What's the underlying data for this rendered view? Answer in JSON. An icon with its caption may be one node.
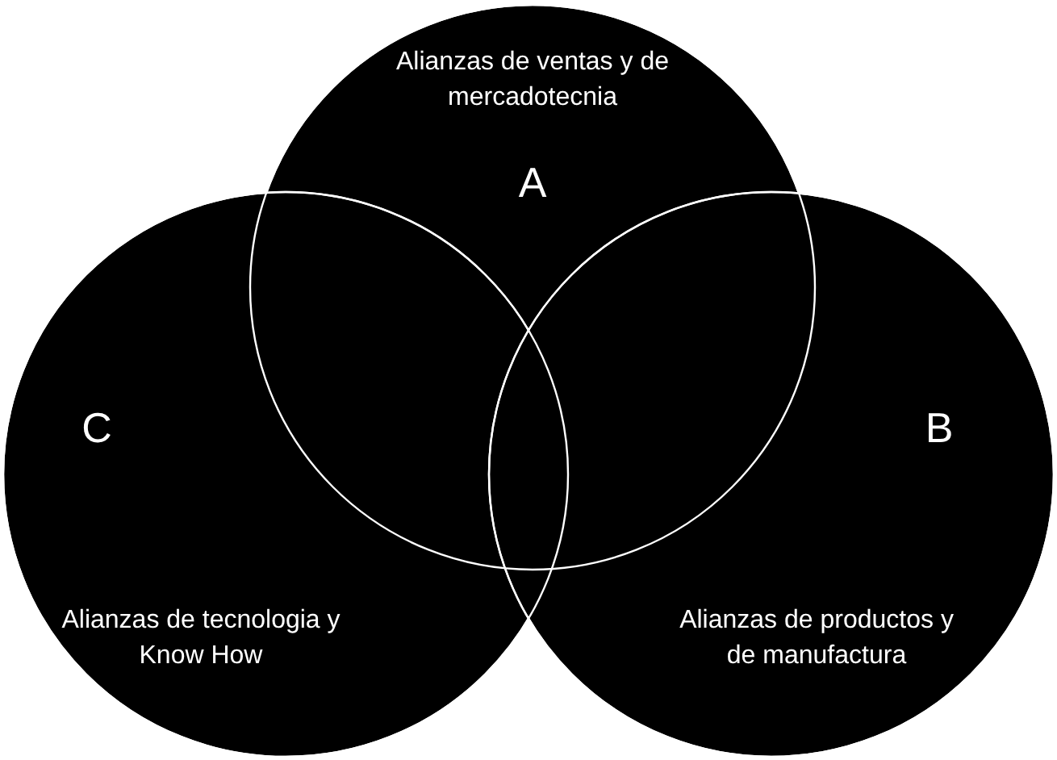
{
  "diagram": {
    "nodes": [
      {
        "text": [
          "Alianzas de ventas y de mercadotecnia",
          "A"
        ]
      },
      {
        "text": [
          "C",
          "Alianzas de tecnologia y Know How"
        ]
      },
      {
        "text": [
          "B",
          "Alianzas de productos y de manufactura"
        ]
      }
    ]
  }
}
